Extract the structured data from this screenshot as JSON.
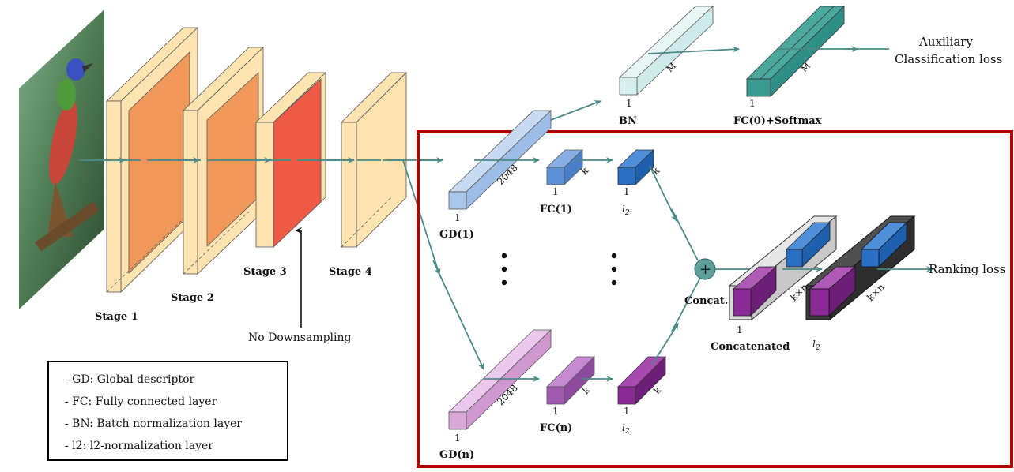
{
  "stages": {
    "stage1": "Stage 1",
    "stage2": "Stage 2",
    "stage3": "Stage 3",
    "stage4": "Stage 4",
    "no_downsampling": "No Downsampling"
  },
  "auxiliary": {
    "loss_line1": "Auxiliary",
    "loss_line2": "Classification loss",
    "bn_label": "BN",
    "bn_dim": "M",
    "bn_one": "1",
    "fc0_label": "FC(0)+Softmax",
    "fc0_dim": "M",
    "fc0_one": "1"
  },
  "branch1": {
    "gd_label": "GD(1)",
    "gd_dim": "2048",
    "gd_one": "1",
    "fc_label": "FC(1)",
    "fc_dim": "k",
    "fc_one": "1",
    "l2_label": "l",
    "l2_sub": "2",
    "l2_dim": "k",
    "l2_one": "1"
  },
  "branchn": {
    "gd_label": "GD(n)",
    "gd_dim": "2048",
    "gd_one": "1",
    "fc_label": "FC(n)",
    "fc_dim": "k",
    "fc_one": "1",
    "l2_label": "l",
    "l2_sub": "2",
    "l2_dim": "k",
    "l2_one": "1"
  },
  "merge": {
    "concat_label": "Concat.",
    "concatenated_label": "Concatenated",
    "concatenated_one": "1",
    "concatenated_dim": "k×n",
    "final_l2_label": "l",
    "final_l2_sub": "2",
    "final_dim": "k×n",
    "ranking_loss": "Ranking loss",
    "plus": "+"
  },
  "legend": {
    "items": [
      "- GD: Global descriptor",
      "- FC: Fully connected layer",
      "- BN: Batch normalization layer",
      "- l2: l2-normalization layer"
    ]
  },
  "colors": {
    "stage_light": "#fde3b0",
    "stage_orange": "#f0985a",
    "stage_red": "#ee5a45",
    "teal_arrow": "#4a8a88",
    "highlight_box": "#b00000",
    "gd1_blue": "#a9c6ea",
    "fc_blue": "#5b8fd6",
    "l2_blue": "#2a6fc4",
    "gdn_purple": "#d9a8d9",
    "fc_purple": "#a05ab0",
    "l2_purple": "#8a2a94",
    "bn_cyan": "#d8efef",
    "fc0_teal": "#2f8f86"
  }
}
